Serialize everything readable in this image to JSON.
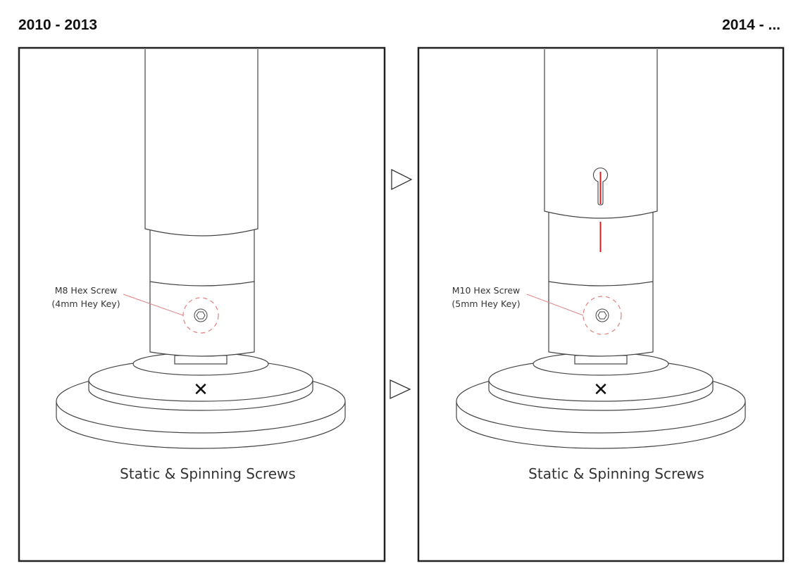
{
  "left_panel": {
    "era": "2010 - 2013",
    "screw_label_line1": "M8 Hex Screw",
    "screw_label_line2": "(4mm Hey Key)",
    "caption": "Static & Spinning Screws"
  },
  "right_panel": {
    "era": "2014 - ...",
    "screw_label_line1": "M10 Hex Screw",
    "screw_label_line2": "(5mm Hey Key)",
    "caption": "Static & Spinning Screws"
  },
  "colors": {
    "accent_red": "#d0202a",
    "dashed_red": "#e08080",
    "line": "#444444"
  }
}
